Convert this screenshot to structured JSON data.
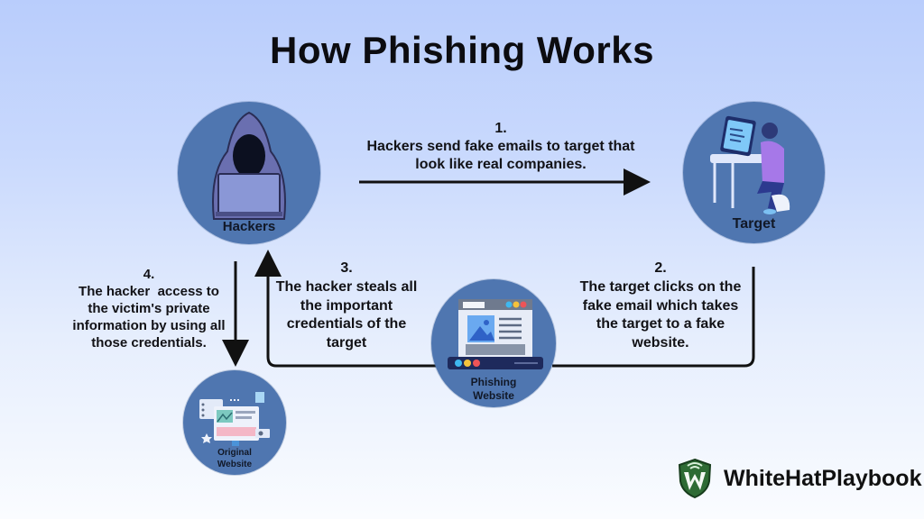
{
  "title": "How Phishing Works",
  "nodes": {
    "hackers": {
      "label": "Hackers",
      "icon": "hooded-hacker-laptop-icon"
    },
    "target": {
      "label": "Target",
      "icon": "person-at-computer-desk-icon"
    },
    "phishing": {
      "label_line1": "Phishing",
      "label_line2": "Website",
      "icon": "fake-website-browser-icon"
    },
    "original": {
      "label_line1": "Original",
      "label_line2": "Website",
      "icon": "original-website-dashboard-icon"
    }
  },
  "steps": [
    {
      "num": "1.",
      "lines": [
        "Hackers send fake emails to target that",
        "look like real companies."
      ]
    },
    {
      "num": "2.",
      "lines": [
        "The target clicks on the",
        "fake email which takes",
        "the target to a fake",
        "website."
      ]
    },
    {
      "num": "3.",
      "lines": [
        "The hacker steals all",
        "the important",
        "credentials of the",
        "target"
      ]
    },
    {
      "num": "4.",
      "lines": [
        "The hacker  access to",
        "the victim's private",
        "information by using all",
        "those credentials."
      ]
    }
  ],
  "brand": {
    "name": "WhiteHatPlaybook",
    "logo": "shield-w-logo-icon"
  },
  "colors": {
    "node_fill": "#4f76b0",
    "arrow": "#111111",
    "bg_top": "#b9cdfc",
    "bg_bottom": "#fafcff",
    "brand_green": "#2e6b34"
  }
}
